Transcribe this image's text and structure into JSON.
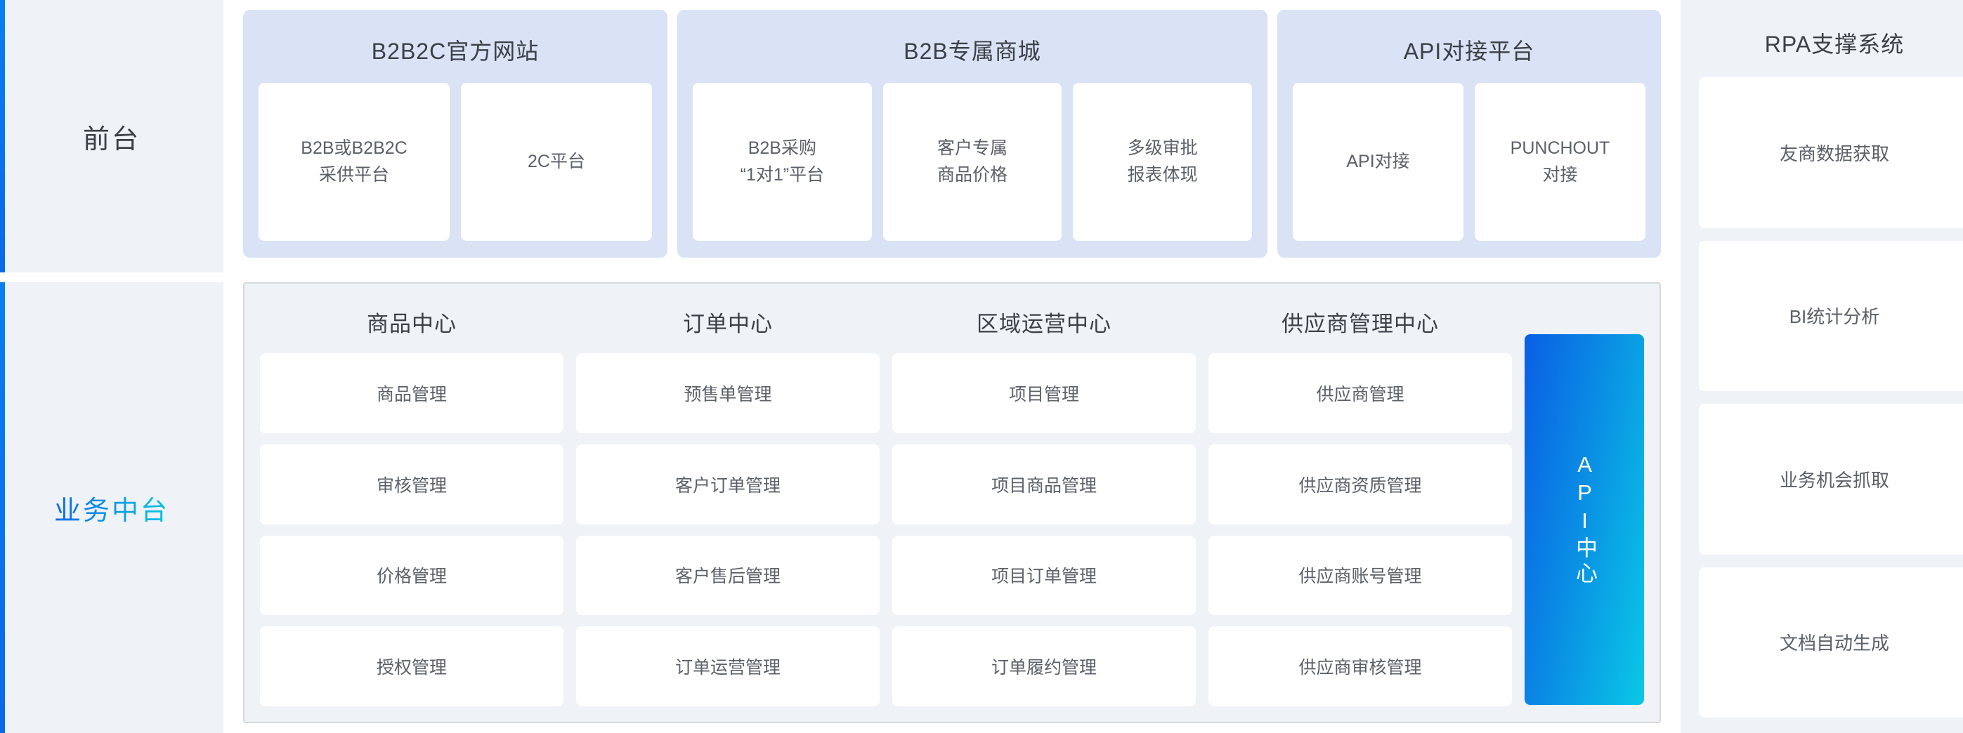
{
  "colors": {
    "panel_bg": "#eff2f7",
    "group_bg": "#d9e3f5",
    "card_bg": "#ffffff",
    "accent_blue": "#0a6ae8",
    "accent_cyan": "#0ac6e0",
    "text_dark": "#3b3f46",
    "text_muted": "#5c6068",
    "panel_border": "#d5dade"
  },
  "rail": {
    "front_label": "前台",
    "middle_label": "业务中台"
  },
  "front": {
    "groups": [
      {
        "title": "B2B2C官方网站",
        "cards": [
          "B2B或B2B2C\n采供平台",
          "2C平台"
        ]
      },
      {
        "title": "B2B专属商城",
        "cards": [
          "B2B采购\n“1对1”平台",
          "客户专属\n商品价格",
          "多级审批\n报表体现"
        ]
      },
      {
        "title": "API对接平台",
        "cards": [
          "API对接",
          "PUNCHOUT\n对接"
        ]
      }
    ]
  },
  "middle": {
    "centers": [
      {
        "title": "商品中心",
        "cards": [
          "商品管理",
          "审核管理",
          "价格管理",
          "授权管理"
        ]
      },
      {
        "title": "订单中心",
        "cards": [
          "预售单管理",
          "客户订单管理",
          "客户售后管理",
          "订单运营管理"
        ]
      },
      {
        "title": "区域运营中心",
        "cards": [
          "项目管理",
          "项目商品管理",
          "项目订单管理",
          "订单履约管理"
        ]
      },
      {
        "title": "供应商管理中心",
        "cards": [
          "供应商管理",
          "供应商资质管理",
          "供应商账号管理",
          "供应商审核管理"
        ]
      }
    ],
    "api_center_label": "API中心"
  },
  "rpa": {
    "title": "RPA支撑系统",
    "cards": [
      "友商数据获取",
      "BI统计分析",
      "业务机会抓取",
      "文档自动生成"
    ]
  }
}
